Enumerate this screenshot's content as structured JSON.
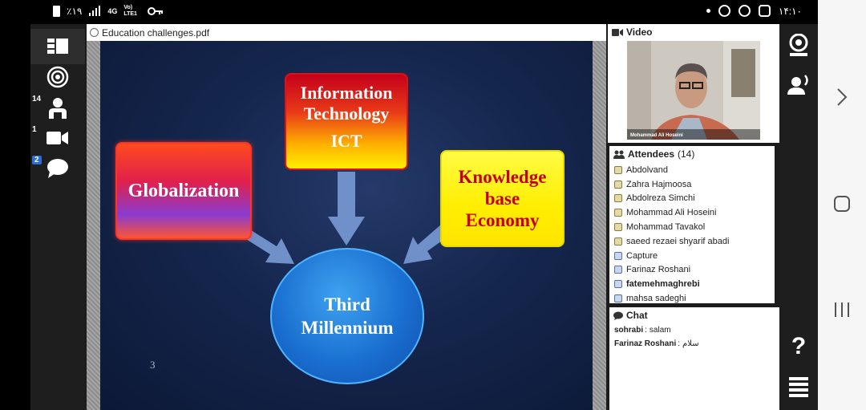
{
  "status_bar": {
    "battery": "٪۱۹",
    "network": "4G",
    "network_sub": "Vo) LTE1",
    "clock": "۱۴:۱۰"
  },
  "left_rail": {
    "participants_badge": "14",
    "cameras_badge": "1",
    "chat_badge": "2"
  },
  "presentation": {
    "file_name": "Education challenges.pdf",
    "slide": {
      "box_left": "Globalization",
      "box_top_line1": "Information",
      "box_top_line2": "Technology",
      "box_top_line3": "ICT",
      "box_right_line1": "Knowledge",
      "box_right_line2": "base",
      "box_right_line3": "Economy",
      "center_line1": "Third",
      "center_line2": "Millennium",
      "page_number": "3"
    }
  },
  "video": {
    "title": "Video",
    "presenter_name": "Mohammad Ali Hoseini"
  },
  "attendees": {
    "title": "Attendees",
    "count": "(14)",
    "list": [
      {
        "name": "Abdolvand",
        "bold": false
      },
      {
        "name": "Zahra Hajmoosa",
        "bold": false
      },
      {
        "name": "Abdolreza Simchi",
        "bold": false
      },
      {
        "name": "Mohammad Ali  Hoseini",
        "bold": false
      },
      {
        "name": "Mohammad Tavakol",
        "bold": false
      },
      {
        "name": "saeed rezaei shyarif abadi",
        "bold": false
      },
      {
        "name": "Capture",
        "bold": false
      },
      {
        "name": "Farinaz Roshani",
        "bold": false
      },
      {
        "name": "fatemehmaghrebi",
        "bold": true
      },
      {
        "name": "mahsa sadeghi",
        "bold": false
      }
    ]
  },
  "chat": {
    "title": "Chat",
    "messages": [
      {
        "sender": "sohrabi",
        "text": "salam"
      },
      {
        "sender": "Farinaz Roshani",
        "text": "سلام"
      }
    ]
  },
  "right_tools": {
    "help_label": "?"
  }
}
